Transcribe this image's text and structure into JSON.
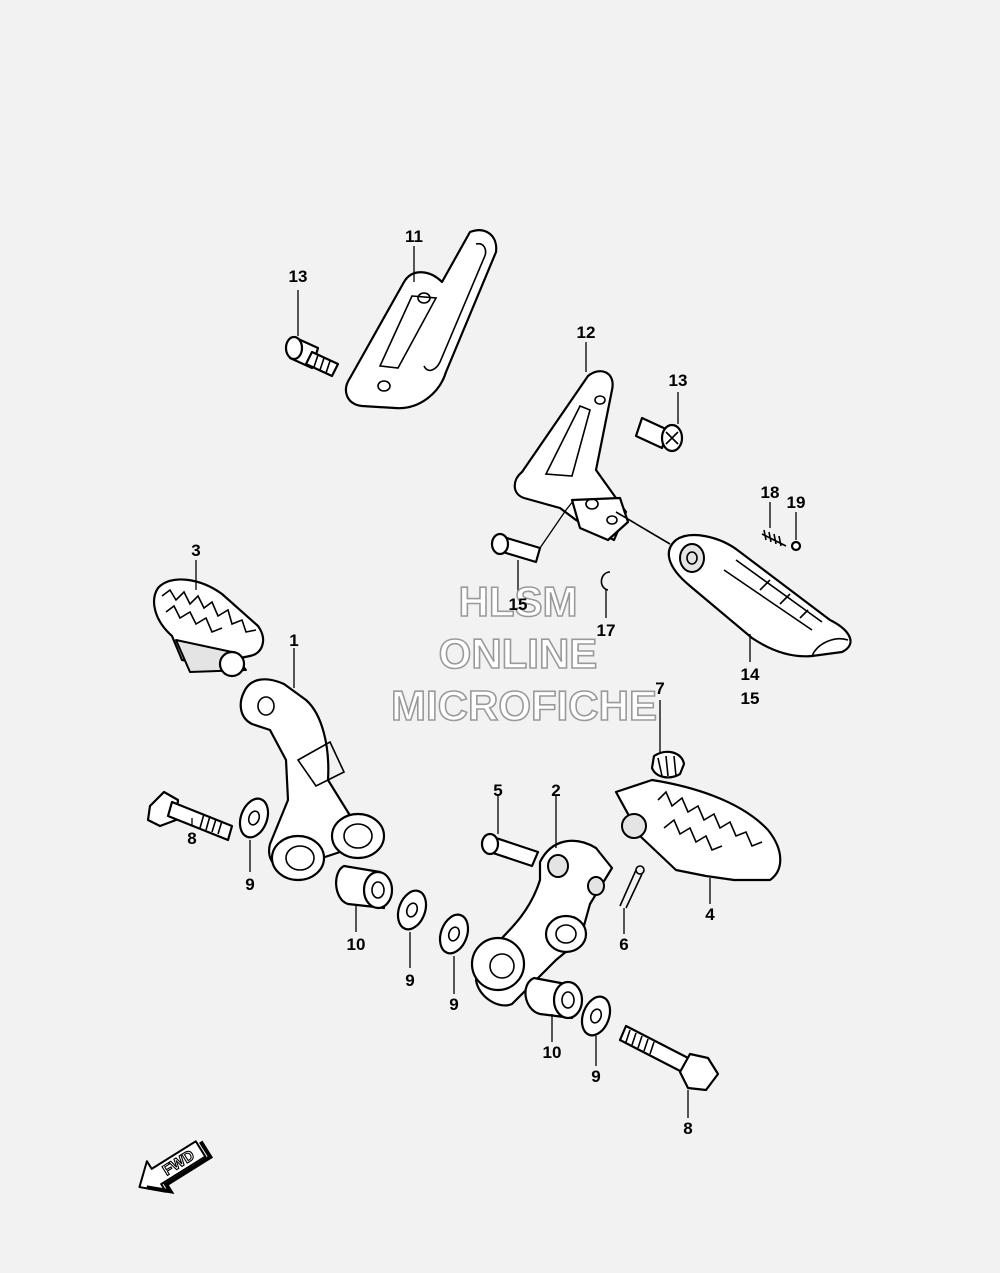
{
  "callouts": [
    "11",
    "13",
    "12",
    "13",
    "18",
    "19",
    "3",
    "15",
    "17",
    "1",
    "14",
    "15",
    "7",
    "5",
    "2",
    "8",
    "9",
    "10",
    "9",
    "9",
    "4",
    "6",
    "10",
    "9",
    "8"
  ],
  "watermark": {
    "line1": "HLSM",
    "line2": "ONLINE",
    "line3": "MICROFICHE"
  },
  "direction_badge": "FWD"
}
